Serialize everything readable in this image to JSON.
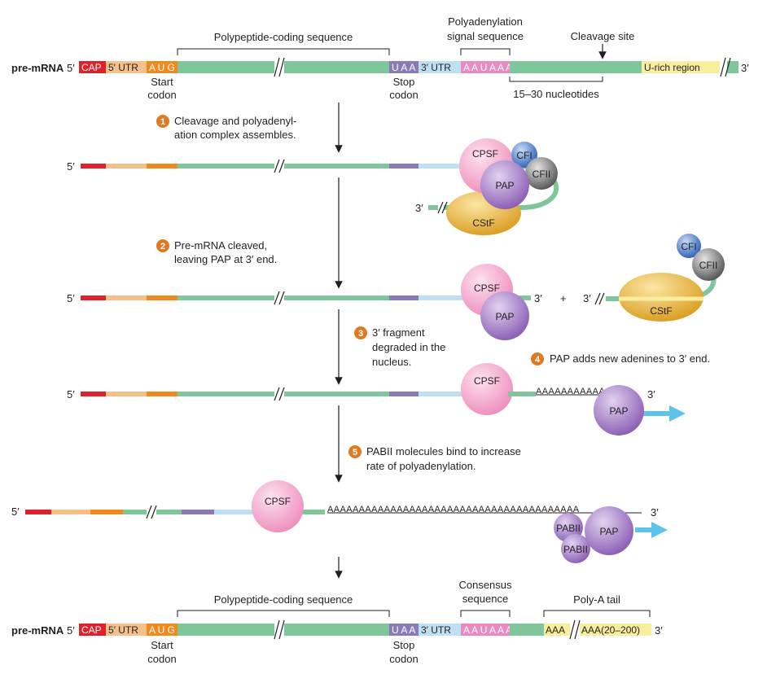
{
  "colors": {
    "cap": "#e0202a",
    "utr5": "#f6c08a",
    "aug": "#ef8a1f",
    "coding": "#7fc69a",
    "uaa": "#8a7ab8",
    "utr3": "#bfe0f2",
    "aauaaa": "#e98bc0",
    "urich": "#f8ee9e",
    "cpsf": "#f29ac5",
    "pap": "#9b6fbf",
    "cstf": "#e6a623",
    "cfi": "#3a6fc4",
    "cfii": "#6d6e70",
    "step": "#e07a22",
    "arrow_blue": "#5ec3ea"
  },
  "top": {
    "premrna_label": "pre-mRNA",
    "five_prime": "5′",
    "three_prime": "3′",
    "cap": "CAP",
    "utr5": "5′ UTR",
    "aug": "A U G",
    "uaa": "U A A",
    "utr3": "3′ UTR",
    "aauaaa": "A A U A A A",
    "urich": "U-rich region",
    "polypeptide_coding": "Polypeptide-coding sequence",
    "polyadenylation_signal_1": "Polyadenylation",
    "polyadenylation_signal_2": "signal sequence",
    "cleavage_site": "Cleavage site",
    "start_codon_1": "Start",
    "start_codon_2": "codon",
    "stop_codon_1": "Stop",
    "stop_codon_2": "codon",
    "nucleotides": "15–30 nucleotides"
  },
  "steps": {
    "s1_num": "1",
    "s1_line1": "Cleavage and polyadenyl-",
    "s1_line2": "ation complex assembles.",
    "s2_num": "2",
    "s2_line1": "Pre-mRNA cleaved,",
    "s2_line2": "leaving PAP at 3′ end.",
    "s3_num": "3",
    "s3_line1": "3′ fragment",
    "s3_line2": "degraded in the",
    "s3_line3": "nucleus.",
    "s4_num": "4",
    "s4_line1": "PAP adds new adenines to 3′ end.",
    "s5_num": "5",
    "s5_line1": "PABII molecules bind to increase",
    "s5_line2": "rate of polyadenylation."
  },
  "proteins": {
    "cpsf": "CPSF",
    "cfi": "CFI",
    "cfii": "CFII",
    "pap": "PAP",
    "cstf": "CStF",
    "pabii": "PABII"
  },
  "misc": {
    "five_prime": "5′",
    "three_prime": "3′",
    "plus": "+",
    "polya_short": "AAAAAAAAAAAA",
    "polya_long": "AAAAAAAAAAAAAAAAAAAAAAAAAAAAAAAAAAAAAAAA"
  },
  "bottom": {
    "premrna_label": "pre-mRNA",
    "five_prime": "5′",
    "three_prime": "3′",
    "cap": "CAP",
    "utr5": "5′ UTR",
    "aug": "A U G",
    "uaa": "U A A",
    "utr3": "3′ UTR",
    "aauaaa": "A A U A A A",
    "aaa": "AAA",
    "aaa_count": "AAA(20–200)",
    "polypeptide_coding": "Polypeptide-coding sequence",
    "consensus_1": "Consensus",
    "consensus_2": "sequence",
    "polya_tail": "Poly-A tail",
    "start_codon_1": "Start",
    "start_codon_2": "codon",
    "stop_codon_1": "Stop",
    "stop_codon_2": "codon"
  }
}
